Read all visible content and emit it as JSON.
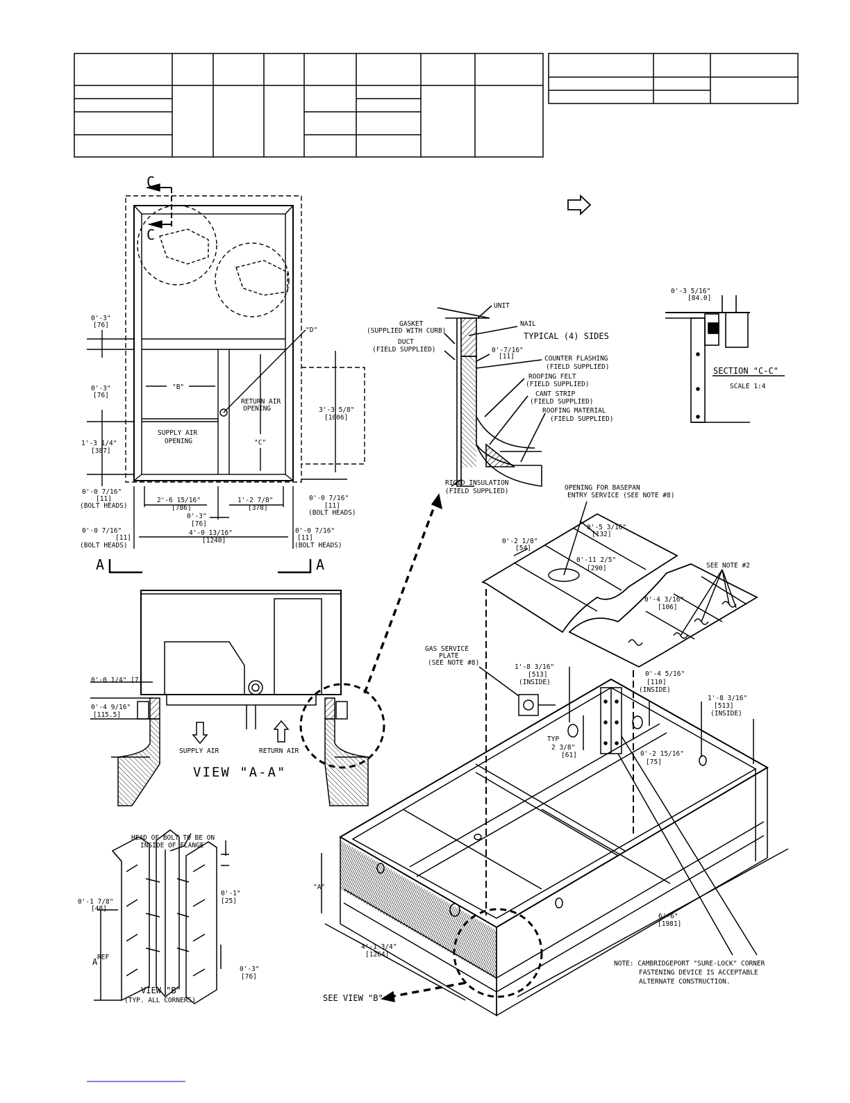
{
  "labels": {
    "c_top": "C",
    "c_inner": "C",
    "a_left": "A",
    "a_right": "A",
    "d_label": "\"D\"",
    "b_label": "\"B\"",
    "c_label": "\"C\"",
    "return_air_1": "RETURN AIR",
    "return_air_2": "OPENING",
    "supply_air_1": "SUPPLY AIR",
    "supply_air_2": "OPENING",
    "dim_3_3_5_8": "3'-3 5/8\"",
    "dim_1006": "[1006]",
    "dim_0_3_a": "0'-3\"",
    "dim_76_a": "[76]",
    "dim_0_3_b": "0'-3\"",
    "dim_76_b": "[76]",
    "dim_1_3_1_4": "1'-3 1/4\"",
    "dim_387": "[387]",
    "dim_716_l": "0'-0 7/16\"",
    "dim_11_l": "[11]",
    "bolt_heads_l": "(BOLT HEADS)",
    "dim_716_r": "0'-0 7/16\"",
    "dim_11_r": "[11]",
    "bolt_heads_r": "(BOLT HEADS)",
    "dim_2_6": "2'-6 15/16\"",
    "dim_786": "[786]",
    "dim_1_2": "1'-2 7/8\"",
    "dim_378": "[378]",
    "dim_0_3_c": "0'-3\"",
    "dim_76_c": "[76]",
    "dim_716_bl": "0'-0 7/16\"",
    "dim_11_bl": "[11]",
    "bolt_heads_bl": "(BOLT HEADS)",
    "dim_4_0": "4'-0 13/16\"",
    "dim_1240": "[1240]",
    "dim_716_br": "0'-0 7/16\"",
    "dim_11_br": "[11]",
    "bolt_heads_br": "(BOLT HEADS)",
    "unit": "UNIT",
    "nail": "NAIL",
    "gasket_1": "GASKET",
    "gasket_2": "(SUPPLIED WITH CURB)",
    "duct_1": "DUCT",
    "duct_2": "(FIELD SUPPLIED)",
    "typical_sides": "TYPICAL (4) SIDES",
    "dim_0_7_16": "0'-7/16\"",
    "dim_11_x": "[11]",
    "counter_1": "COUNTER FLASHING",
    "counter_2": "(FIELD SUPPLIED)",
    "felt_1": "ROOFING FELT",
    "felt_2": "(FIELD SUPPLIED)",
    "cant_1": "CANT STRIP",
    "cant_2": "(FIELD SUPPLIED)",
    "roofmat_1": "ROOFING MATERIAL",
    "roofmat_2": "(FIELD SUPPLIED)",
    "rigid_1": "RIGID INSULATION",
    "rigid_2": "(FIELD SUPPLIED)",
    "sec_dim": "0'-3 5/16\"",
    "sec_dim_mm": "[84.0]",
    "section_cc": "SECTION \"C-C\"",
    "scale": "SCALE 1:4",
    "opening_1": "OPENING FOR BASEPAN",
    "opening_2": "ENTRY SERVICE (SEE NOTE #8)",
    "dim_0_5": "0'-5 3/16\"",
    "dim_132": "[132]",
    "dim_0_2_1_8": "0'-2 1/8\"",
    "dim_54": "[54]",
    "dim_0_11": "0'-11 2/5\"",
    "dim_290": "[290]",
    "see_note_2": "SEE NOTE #2",
    "dim_0_4_3": "0'-4 3/16\"",
    "dim_106": "[106]",
    "gas_1": "GAS SERVICE",
    "gas_2": "PLATE",
    "gas_3": "(SEE NOTE #8)",
    "dim_1_8_a": "1'-8 3/16\"",
    "dim_513_a": "[513]",
    "inside_a": "(INSIDE)",
    "dim_0_4_5": "0'-4 5/16\"",
    "dim_110": "[110]",
    "inside_b": "(INSIDE)",
    "dim_1_8_b": "1'-8 3/16\"",
    "dim_513_b": "[513]",
    "inside_c": "(INSIDE)",
    "typ": "TYP",
    "dim_2_3_8": "2 3/8\"",
    "dim_61": "[61]",
    "dim_0_2_15": "0'-2 15/16\"",
    "dim_75": "[75]",
    "dim_6_6": "6'-6\"",
    "dim_1981": "[1981]",
    "dim_4_1": "4'-1 3/4\"",
    "dim_1264": "[1264]",
    "a_ref_iso": "\"A\"",
    "note_1": "NOTE: CAMBRIDGEPORT \"SURE-LOCK\" CORNER",
    "note_2": "FASTENING DEVICE IS ACCEPTABLE",
    "note_3": "ALTERNATE CONSTRUCTION.",
    "see_view_b": "SEE VIEW \"B\"",
    "dim_0_1_4": "0'-0 1/4\" [7]",
    "dim_0_4_9": "0'-4 9/16\"",
    "dim_115": "[115.5]",
    "supply_air": "SUPPLY AIR",
    "return_air": "RETURN AIR",
    "view_aa": "VIEW \"A-A\"",
    "head_bolt_1": "HEAD OF BOLT TO BE ON",
    "head_bolt_2": "INSIDE OF FLANGE",
    "dim_0_1_7": "0'-1 7/8\"",
    "dim_48": "[48]",
    "dim_0_1": "0'-1\"",
    "dim_25": "[25]",
    "a_ref": "A",
    "ref": "REF",
    "dim_0_3_d": "0'-3\"",
    "dim_76_d": "[76]",
    "view_b": "VIEW \"B\"",
    "typ_corners": "(TYP. ALL CORNERS)"
  },
  "colors": {
    "line": "#000000",
    "link": "#0000cc"
  }
}
